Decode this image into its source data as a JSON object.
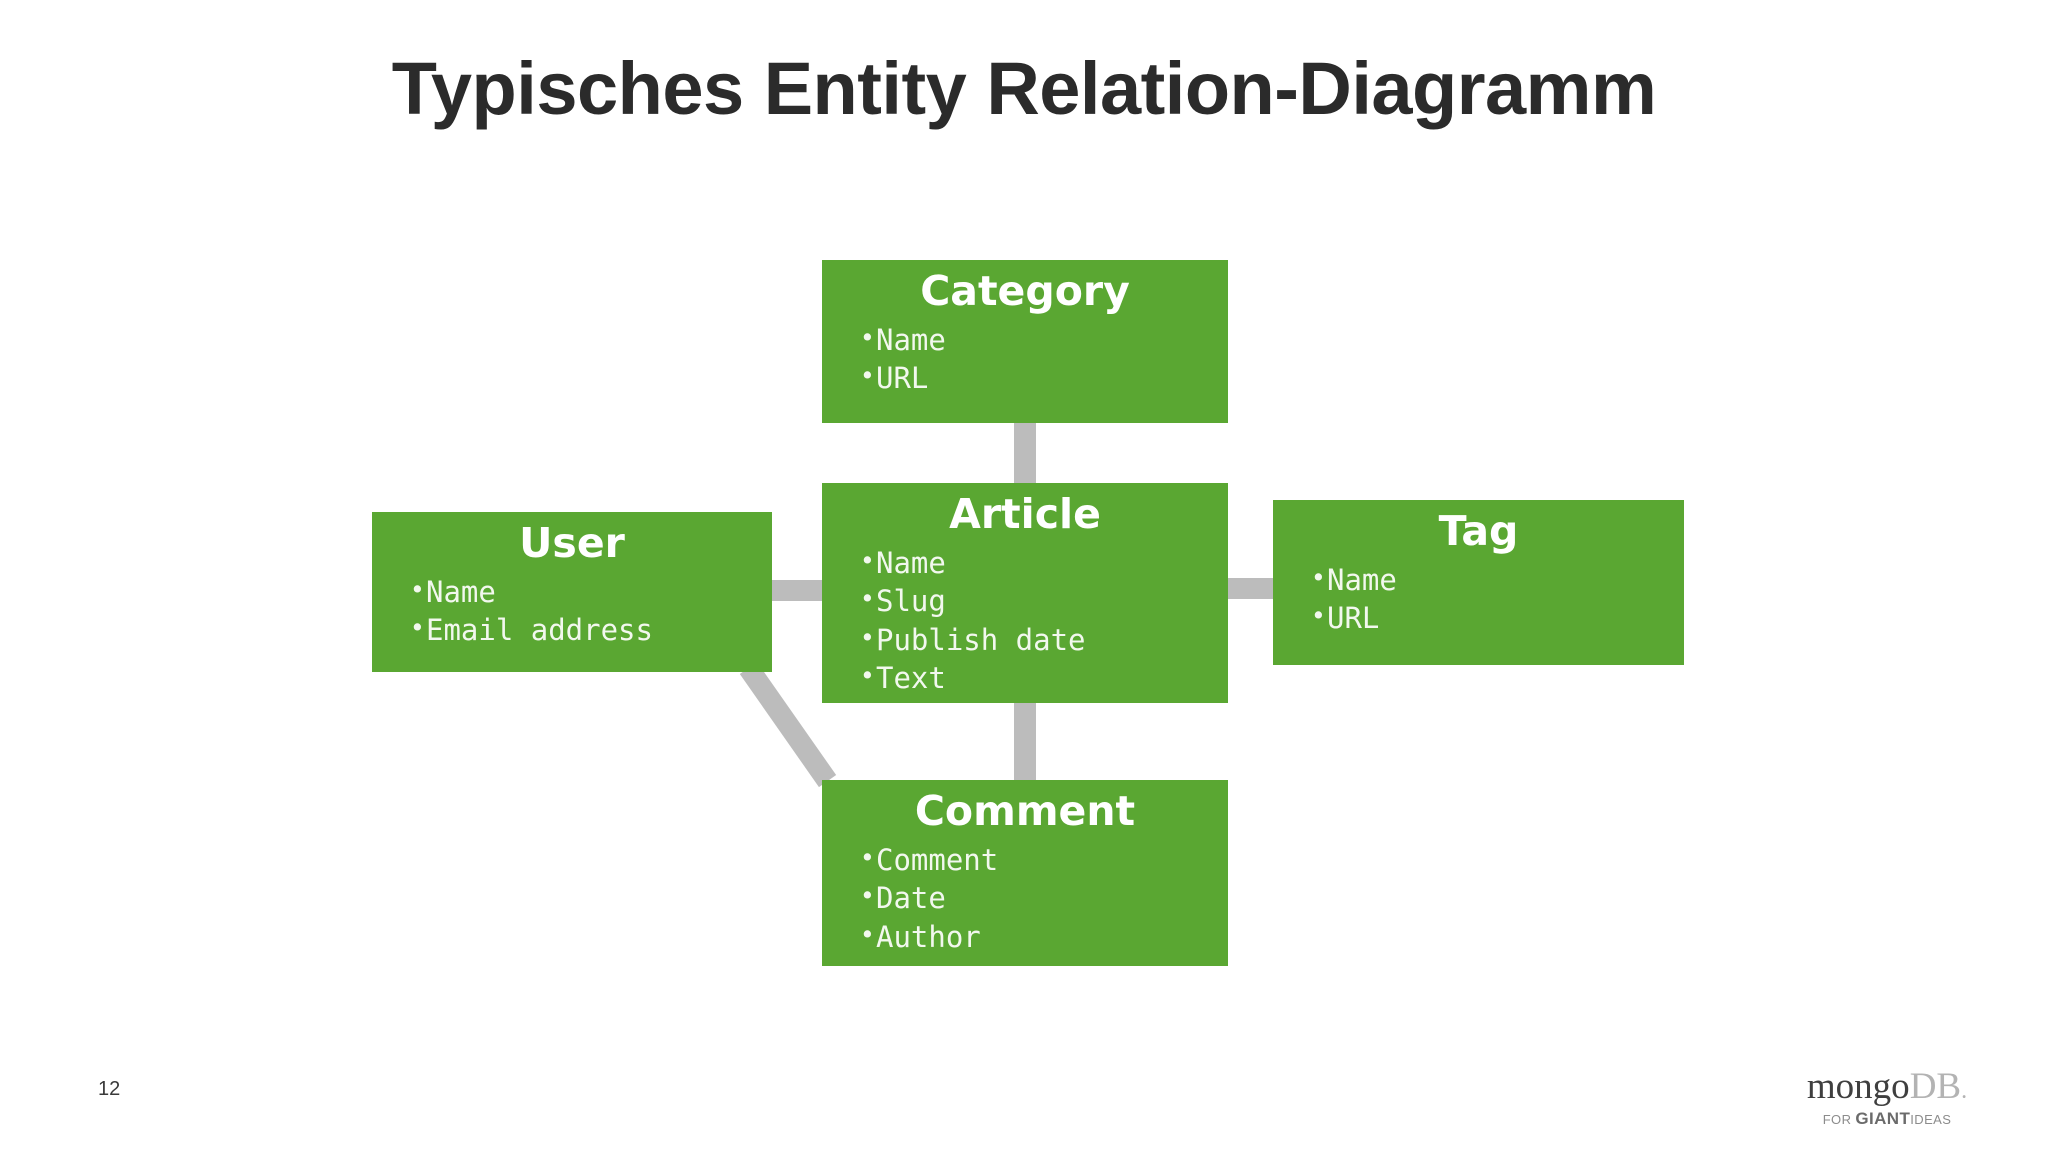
{
  "slide": {
    "title": "Typisches Entity Relation-Diagramm",
    "page_number": "12",
    "background_color": "#ffffff",
    "entity_color": "#5aa732",
    "connector_color": "#bcbcbc",
    "title_color": "#2b2b2b"
  },
  "entities": [
    {
      "id": "category",
      "name": "Category",
      "fields": [
        "Name",
        "URL"
      ]
    },
    {
      "id": "article",
      "name": "Article",
      "fields": [
        "Name",
        "Slug",
        "Publish date",
        "Text"
      ]
    },
    {
      "id": "user",
      "name": "User",
      "fields": [
        "Name",
        "Email address"
      ]
    },
    {
      "id": "tag",
      "name": "Tag",
      "fields": [
        "Name",
        "URL"
      ]
    },
    {
      "id": "comment",
      "name": "Comment",
      "fields": [
        "Comment",
        "Date",
        "Author"
      ]
    }
  ],
  "relations": [
    {
      "from": "category",
      "to": "article",
      "orientation": "vertical"
    },
    {
      "from": "user",
      "to": "article",
      "orientation": "horizontal"
    },
    {
      "from": "article",
      "to": "tag",
      "orientation": "horizontal"
    },
    {
      "from": "article",
      "to": "comment",
      "orientation": "vertical"
    },
    {
      "from": "user",
      "to": "comment",
      "orientation": "diagonal"
    }
  ],
  "brand": {
    "mongo": "mongo",
    "db": "DB",
    "dot": ".",
    "tagline_for": "FOR ",
    "tagline_giant": "GIANT",
    "tagline_ideas": "IDEAS"
  },
  "bullet_glyph": "•"
}
